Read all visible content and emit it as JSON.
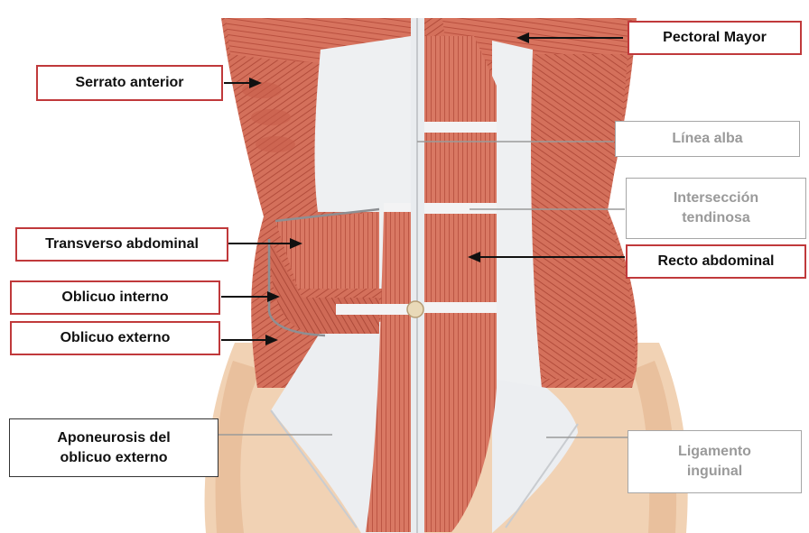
{
  "labels": {
    "pectoral_mayor": "Pectoral Mayor",
    "serrato_anterior": "Serrato anterior",
    "linea_alba": "Línea  alba",
    "interseccion_l1": "Intersección",
    "interseccion_l2": "tendinosa",
    "transverso_abdominal": "Transverso abdominal",
    "recto_abdominal": "Recto abdominal",
    "oblicuo_interno": "Oblicuo interno",
    "oblicuo_externo": "Oblicuo externo",
    "aponeurosis_l1": "Aponeurosis del",
    "aponeurosis_l2": "oblicuo  externo",
    "ligamento_l1": "Ligamento",
    "ligamento_l2": "inguinal"
  },
  "colors": {
    "muscle": "#d5705c",
    "muscle_dark": "#b24e3c",
    "fascia": "#eef0f2",
    "skin": "#f2d2b2",
    "red_border": "#c0393b",
    "grey_text": "#9a9a9a"
  }
}
